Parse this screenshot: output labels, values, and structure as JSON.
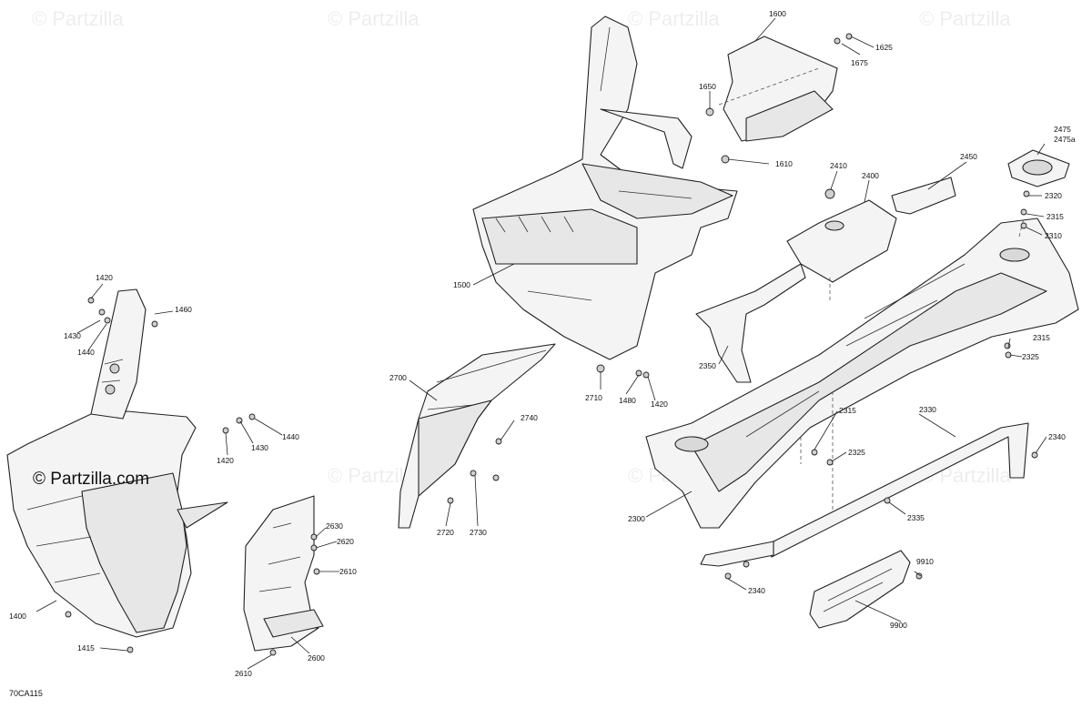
{
  "diagram": {
    "figure_code": "70CA115",
    "watermark_text": "© Partzilla",
    "brand_text": "© Partzilla.com",
    "callouts": [
      {
        "label": "1400"
      },
      {
        "label": "1415"
      },
      {
        "label": "1420"
      },
      {
        "label": "1430"
      },
      {
        "label": "1440"
      },
      {
        "label": "1460"
      },
      {
        "label": "1420"
      },
      {
        "label": "1430"
      },
      {
        "label": "1440"
      },
      {
        "label": "1500"
      },
      {
        "label": "1600"
      },
      {
        "label": "1610"
      },
      {
        "label": "1625"
      },
      {
        "label": "1650"
      },
      {
        "label": "1675"
      },
      {
        "label": "1480"
      },
      {
        "label": "1420"
      },
      {
        "label": "2300"
      },
      {
        "label": "2310"
      },
      {
        "label": "2315"
      },
      {
        "label": "2315"
      },
      {
        "label": "2315"
      },
      {
        "label": "2320"
      },
      {
        "label": "2325"
      },
      {
        "label": "2325"
      },
      {
        "label": "2330"
      },
      {
        "label": "2335"
      },
      {
        "label": "2340"
      },
      {
        "label": "2340"
      },
      {
        "label": "2350"
      },
      {
        "label": "2400"
      },
      {
        "label": "2410"
      },
      {
        "label": "2450"
      },
      {
        "label": "2475"
      },
      {
        "label": "2475a"
      },
      {
        "label": "2600"
      },
      {
        "label": "2610"
      },
      {
        "label": "2610"
      },
      {
        "label": "2620"
      },
      {
        "label": "2630"
      },
      {
        "label": "2700"
      },
      {
        "label": "2710"
      },
      {
        "label": "2720"
      },
      {
        "label": "2730"
      },
      {
        "label": "2740"
      },
      {
        "label": "9900"
      },
      {
        "label": "9910"
      }
    ]
  }
}
